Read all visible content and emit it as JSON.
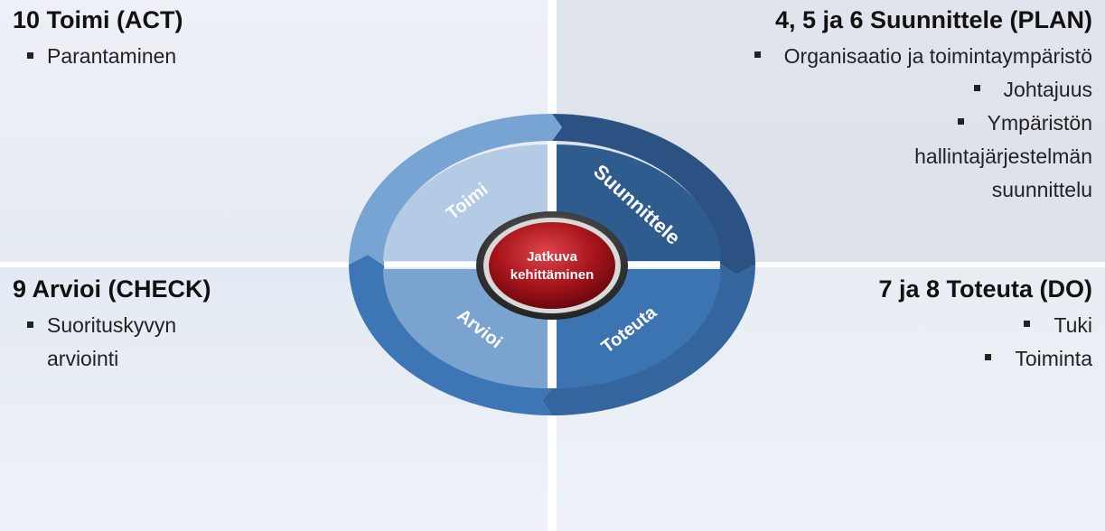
{
  "quadrants": {
    "act": {
      "title": "10 Toimi (ACT)",
      "items": [
        "Parantaminen"
      ]
    },
    "plan": {
      "title": "4, 5 ja 6 Suunnittele (PLAN)",
      "items": [
        "Organisaatio ja toimintaympäristö",
        "Johtajuus",
        "Ympäristön",
        "hallintajärjestelmän",
        "suunnittelu"
      ]
    },
    "check": {
      "title": "9 Arvioi (CHECK)",
      "items": [
        "Suorituskyvyn",
        "arviointi"
      ]
    },
    "do": {
      "title": "7 ja 8 Toteuta (DO)",
      "items": [
        "Tuki",
        "Toiminta"
      ]
    }
  },
  "cycle": {
    "segments": {
      "plan": "Suunnittele",
      "do": "Toteuta",
      "check": "Arvioi",
      "act": "Toimi"
    },
    "center_line1": "Jatkuva",
    "center_line2": "kehittäminen"
  },
  "colors": {
    "plan_dark": "#2f5989",
    "do_mid": "#3d74b3",
    "check_light": "#7ba3cf",
    "act_pale": "#b3cbe4",
    "center_red": "#a8141c"
  }
}
